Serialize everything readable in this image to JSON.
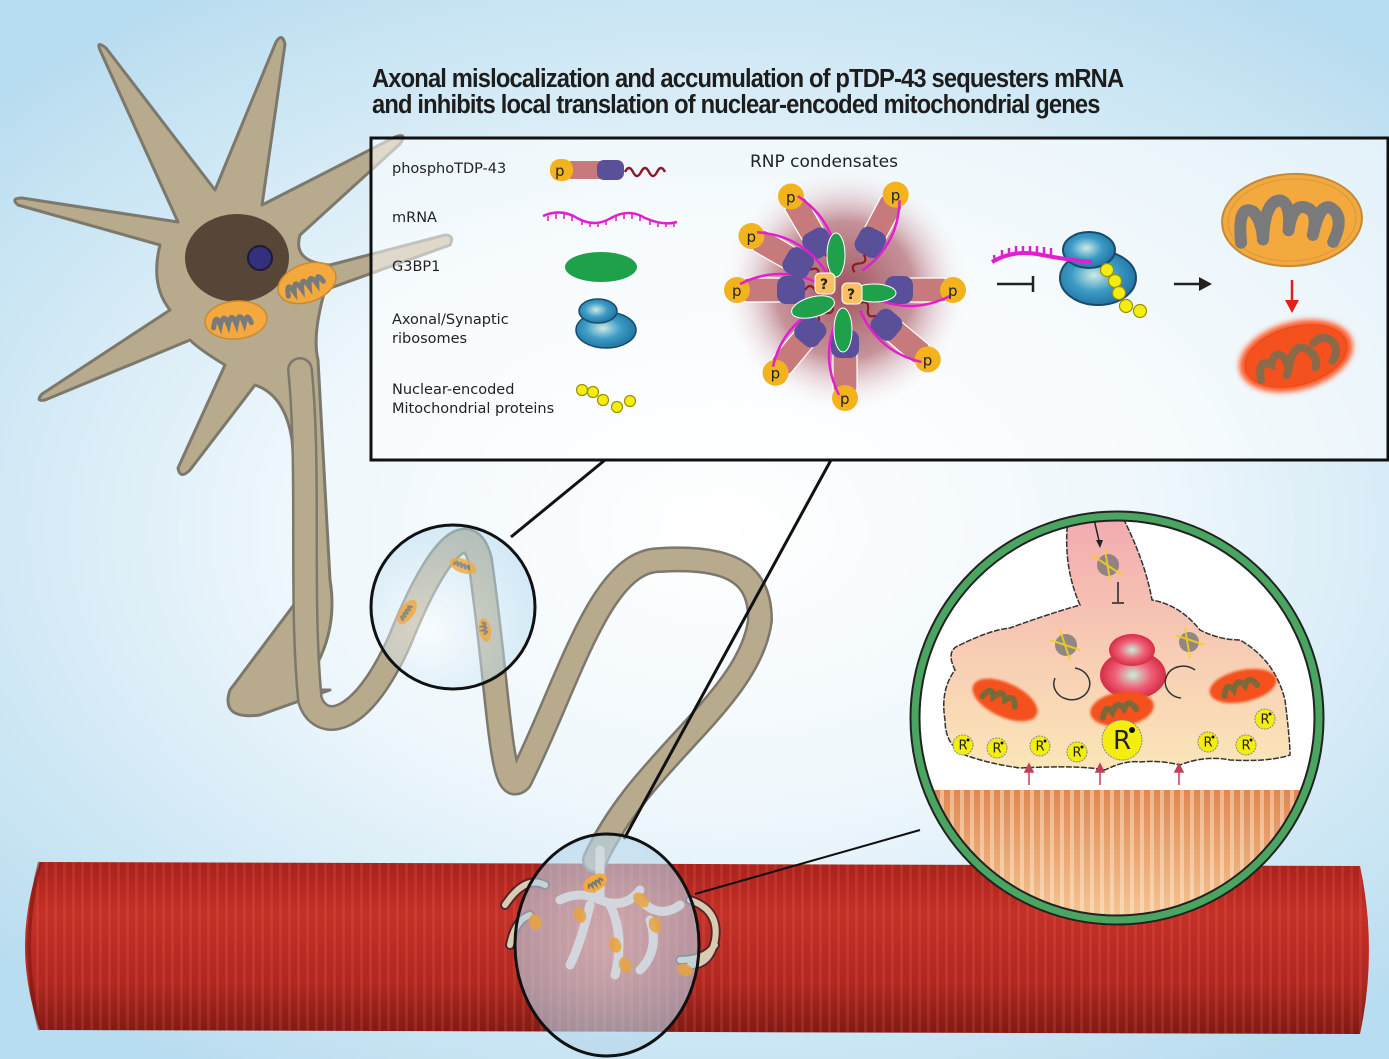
{
  "title": {
    "line1": "Axonal mislocalization and accumulation of pTDP-43 sequesters mRNA",
    "line2": "and inhibits local translation of nuclear-encoded mitochondrial genes"
  },
  "legend": {
    "items": [
      {
        "label_lines": [
          "phosphoTDP-43"
        ],
        "icon": "phospho-tdp43-icon"
      },
      {
        "label_lines": [
          "mRNA"
        ],
        "icon": "mrna-icon"
      },
      {
        "label_lines": [
          "G3BP1"
        ],
        "icon": "g3bp1-icon"
      },
      {
        "label_lines": [
          "Axonal/Synaptic",
          "ribosomes"
        ],
        "icon": "ribosome-icon"
      },
      {
        "label_lines": [
          "Nuclear-encoded",
          "Mitochondrial proteins"
        ],
        "icon": "protein-chain-icon"
      }
    ]
  },
  "condensate": {
    "title": "RNP condensates",
    "phospho_label": "p",
    "unknown_label": "?"
  },
  "nmj_inset": {
    "vesicle_label": "R"
  },
  "colors": {
    "neuron": "#b8aa8c",
    "neuron_outline": "#7d786c",
    "nucleus": "#5a4a40",
    "nucleolus": "#3a3a8a",
    "mito_orange": "#f0a63c",
    "mito_cristae": "#7a7a7a",
    "muscle": "#b52a24",
    "phospho": "#f2b31c",
    "tdp_body": "#c77a7c",
    "tdp_domain": "#5a5099",
    "mrna": "#e020d0",
    "g3bp1": "#1fa04a",
    "ribosome": "#2a86b4",
    "protein": "#f4ee10",
    "damaged_mito": "#f4511e",
    "inset_ring": "#4aa560"
  }
}
